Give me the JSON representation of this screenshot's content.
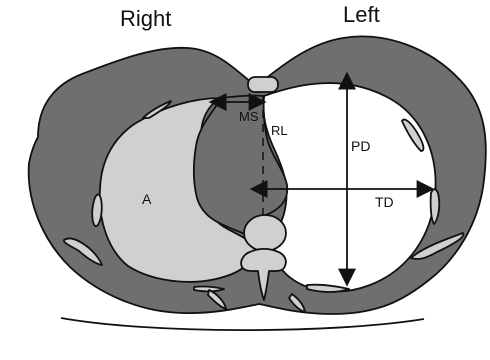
{
  "labels": {
    "right": "Right",
    "left": "Left",
    "area": "A",
    "ms": "MS",
    "rl": "RL",
    "pd": "PD",
    "td": "TD"
  },
  "colors": {
    "chest_wall": "#6f6f6f",
    "right_lung": "#d0d0d0",
    "left_lung": "#ffffff",
    "mediastinum": "#6f6f6f",
    "outline": "#111111"
  }
}
